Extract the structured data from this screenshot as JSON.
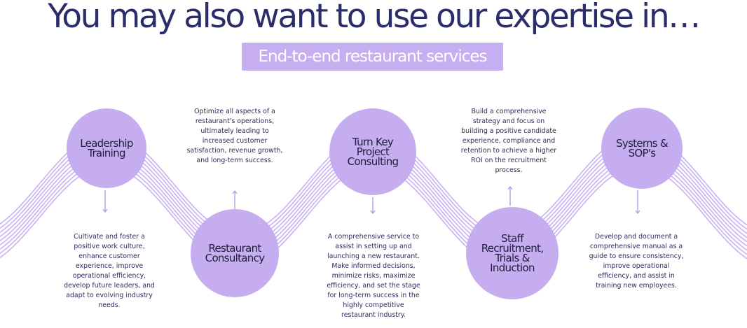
{
  "header": {
    "title": "You may also want to use our expertise in…",
    "subtitle": "End-to-end restaurant services"
  },
  "services": [
    {
      "name": "Leadership\nTraining",
      "description": "Cultivate and foster a\npositive work culture,\nenhance customer\nexperience, improve\noperational efficiency,\ndevelop future leaders, and\nadapt to evolving industry\nneeds."
    },
    {
      "name": "Restaurant\nConsultancy",
      "description": "Optimize all aspects of a\nrestaurant's operations,\nultimately leading to\nincreased customer\nsatisfaction, revenue growth,\nand long-term success."
    },
    {
      "name": "Turn Key\nProject\nConsulting",
      "description": "A comprehensive service to\nassist in setting up and\nlaunching a new restaurant.\nMake informed decisions,\nminimize risks, maximize\nefficiency, and set the stage\nfor long-term success in the\nhighly competitive\nrestaurant industry."
    },
    {
      "name": "Staff\nRecruitment,\nTrials &\nInduction",
      "description": "Build a comprehensive\nstrategy and focus on\nbuilding a positive candidate\nexperience, compliance and\nretention to achieve a higher\nROI on the recruitment\nprocess."
    },
    {
      "name": "Systems &\nSOP's",
      "description": "Develop and document a\ncomprehensive manual as a\nguide to ensure consistency,\nimprove operational\nefficiency, and assist in\ntraining new employees."
    }
  ],
  "colors": {
    "circle": "#c6adf0",
    "wave": "#c9b2f2",
    "pill": "#c7aef0",
    "title": "#2b2d6a"
  }
}
